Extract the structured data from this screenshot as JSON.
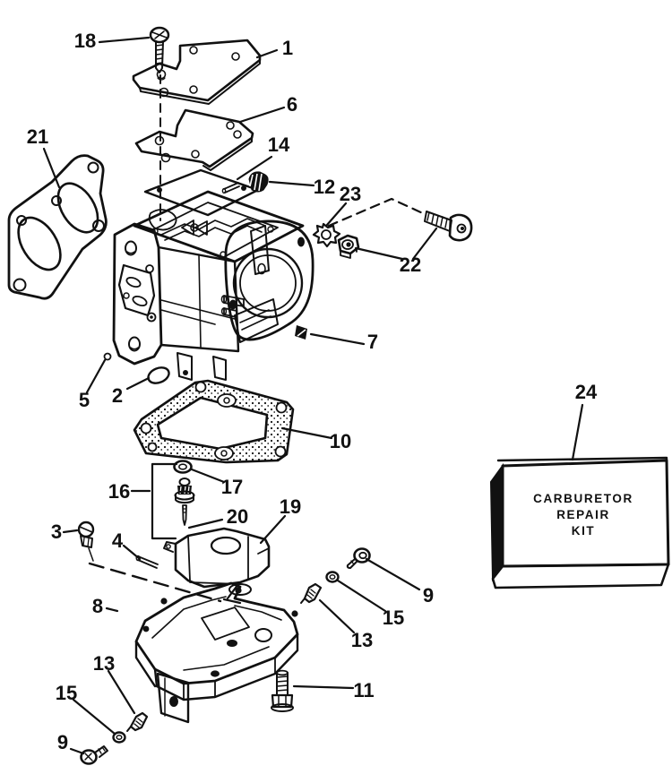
{
  "figure": {
    "type": "exploded-parts-diagram",
    "subject": "carburetor",
    "paper_color": "#ffffff",
    "ink_color": "#111111"
  },
  "kit_box": {
    "line1": "CARBURETOR",
    "line2": "REPAIR",
    "line3": "KIT"
  },
  "callouts": [
    {
      "label": "18"
    },
    {
      "label": "1"
    },
    {
      "label": "6"
    },
    {
      "label": "21"
    },
    {
      "label": "14"
    },
    {
      "label": "12"
    },
    {
      "label": "23"
    },
    {
      "label": "22"
    },
    {
      "label": "7"
    },
    {
      "label": "5"
    },
    {
      "label": "2"
    },
    {
      "label": "10"
    },
    {
      "label": "16"
    },
    {
      "label": "17"
    },
    {
      "label": "20"
    },
    {
      "label": "19"
    },
    {
      "label": "3"
    },
    {
      "label": "4"
    },
    {
      "label": "9"
    },
    {
      "label": "15"
    },
    {
      "label": "13"
    },
    {
      "label": "8"
    },
    {
      "label": "11"
    },
    {
      "label": "13"
    },
    {
      "label": "15"
    },
    {
      "label": "9"
    },
    {
      "label": "24"
    }
  ]
}
